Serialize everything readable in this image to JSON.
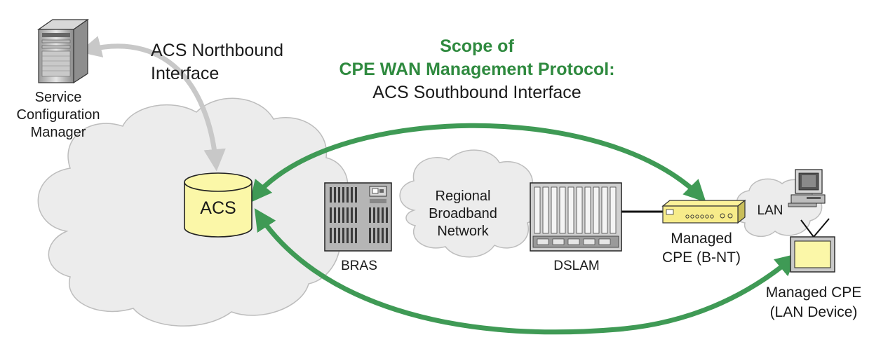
{
  "title": {
    "line1": "Scope of",
    "line2": "CPE WAN Management Protocol:",
    "line3": "ACS Southbound Interface"
  },
  "northbound": {
    "line1": "ACS Northbound",
    "line2": "Interface"
  },
  "service_manager": {
    "line1": "Service",
    "line2": "Configuration",
    "line3": "Manager"
  },
  "acs": {
    "label": "ACS"
  },
  "bras": {
    "label": "BRAS"
  },
  "regional": {
    "line1": "Regional",
    "line2": "Broadband",
    "line3": "Network"
  },
  "dslam": {
    "label": "DSLAM"
  },
  "lan": {
    "label": "LAN"
  },
  "cpe_bnt": {
    "line1": "Managed",
    "line2": "CPE (B-NT)"
  },
  "cpe_lan": {
    "line1": "Managed CPE",
    "line2": "(LAN Device)"
  },
  "colors": {
    "green_arrow": "#3f9a55",
    "gray_arrow": "#c8c8c8",
    "cloud_fill": "#ececec",
    "acs_fill": "#fbf7a8",
    "title_green": "#2f8a3f"
  }
}
